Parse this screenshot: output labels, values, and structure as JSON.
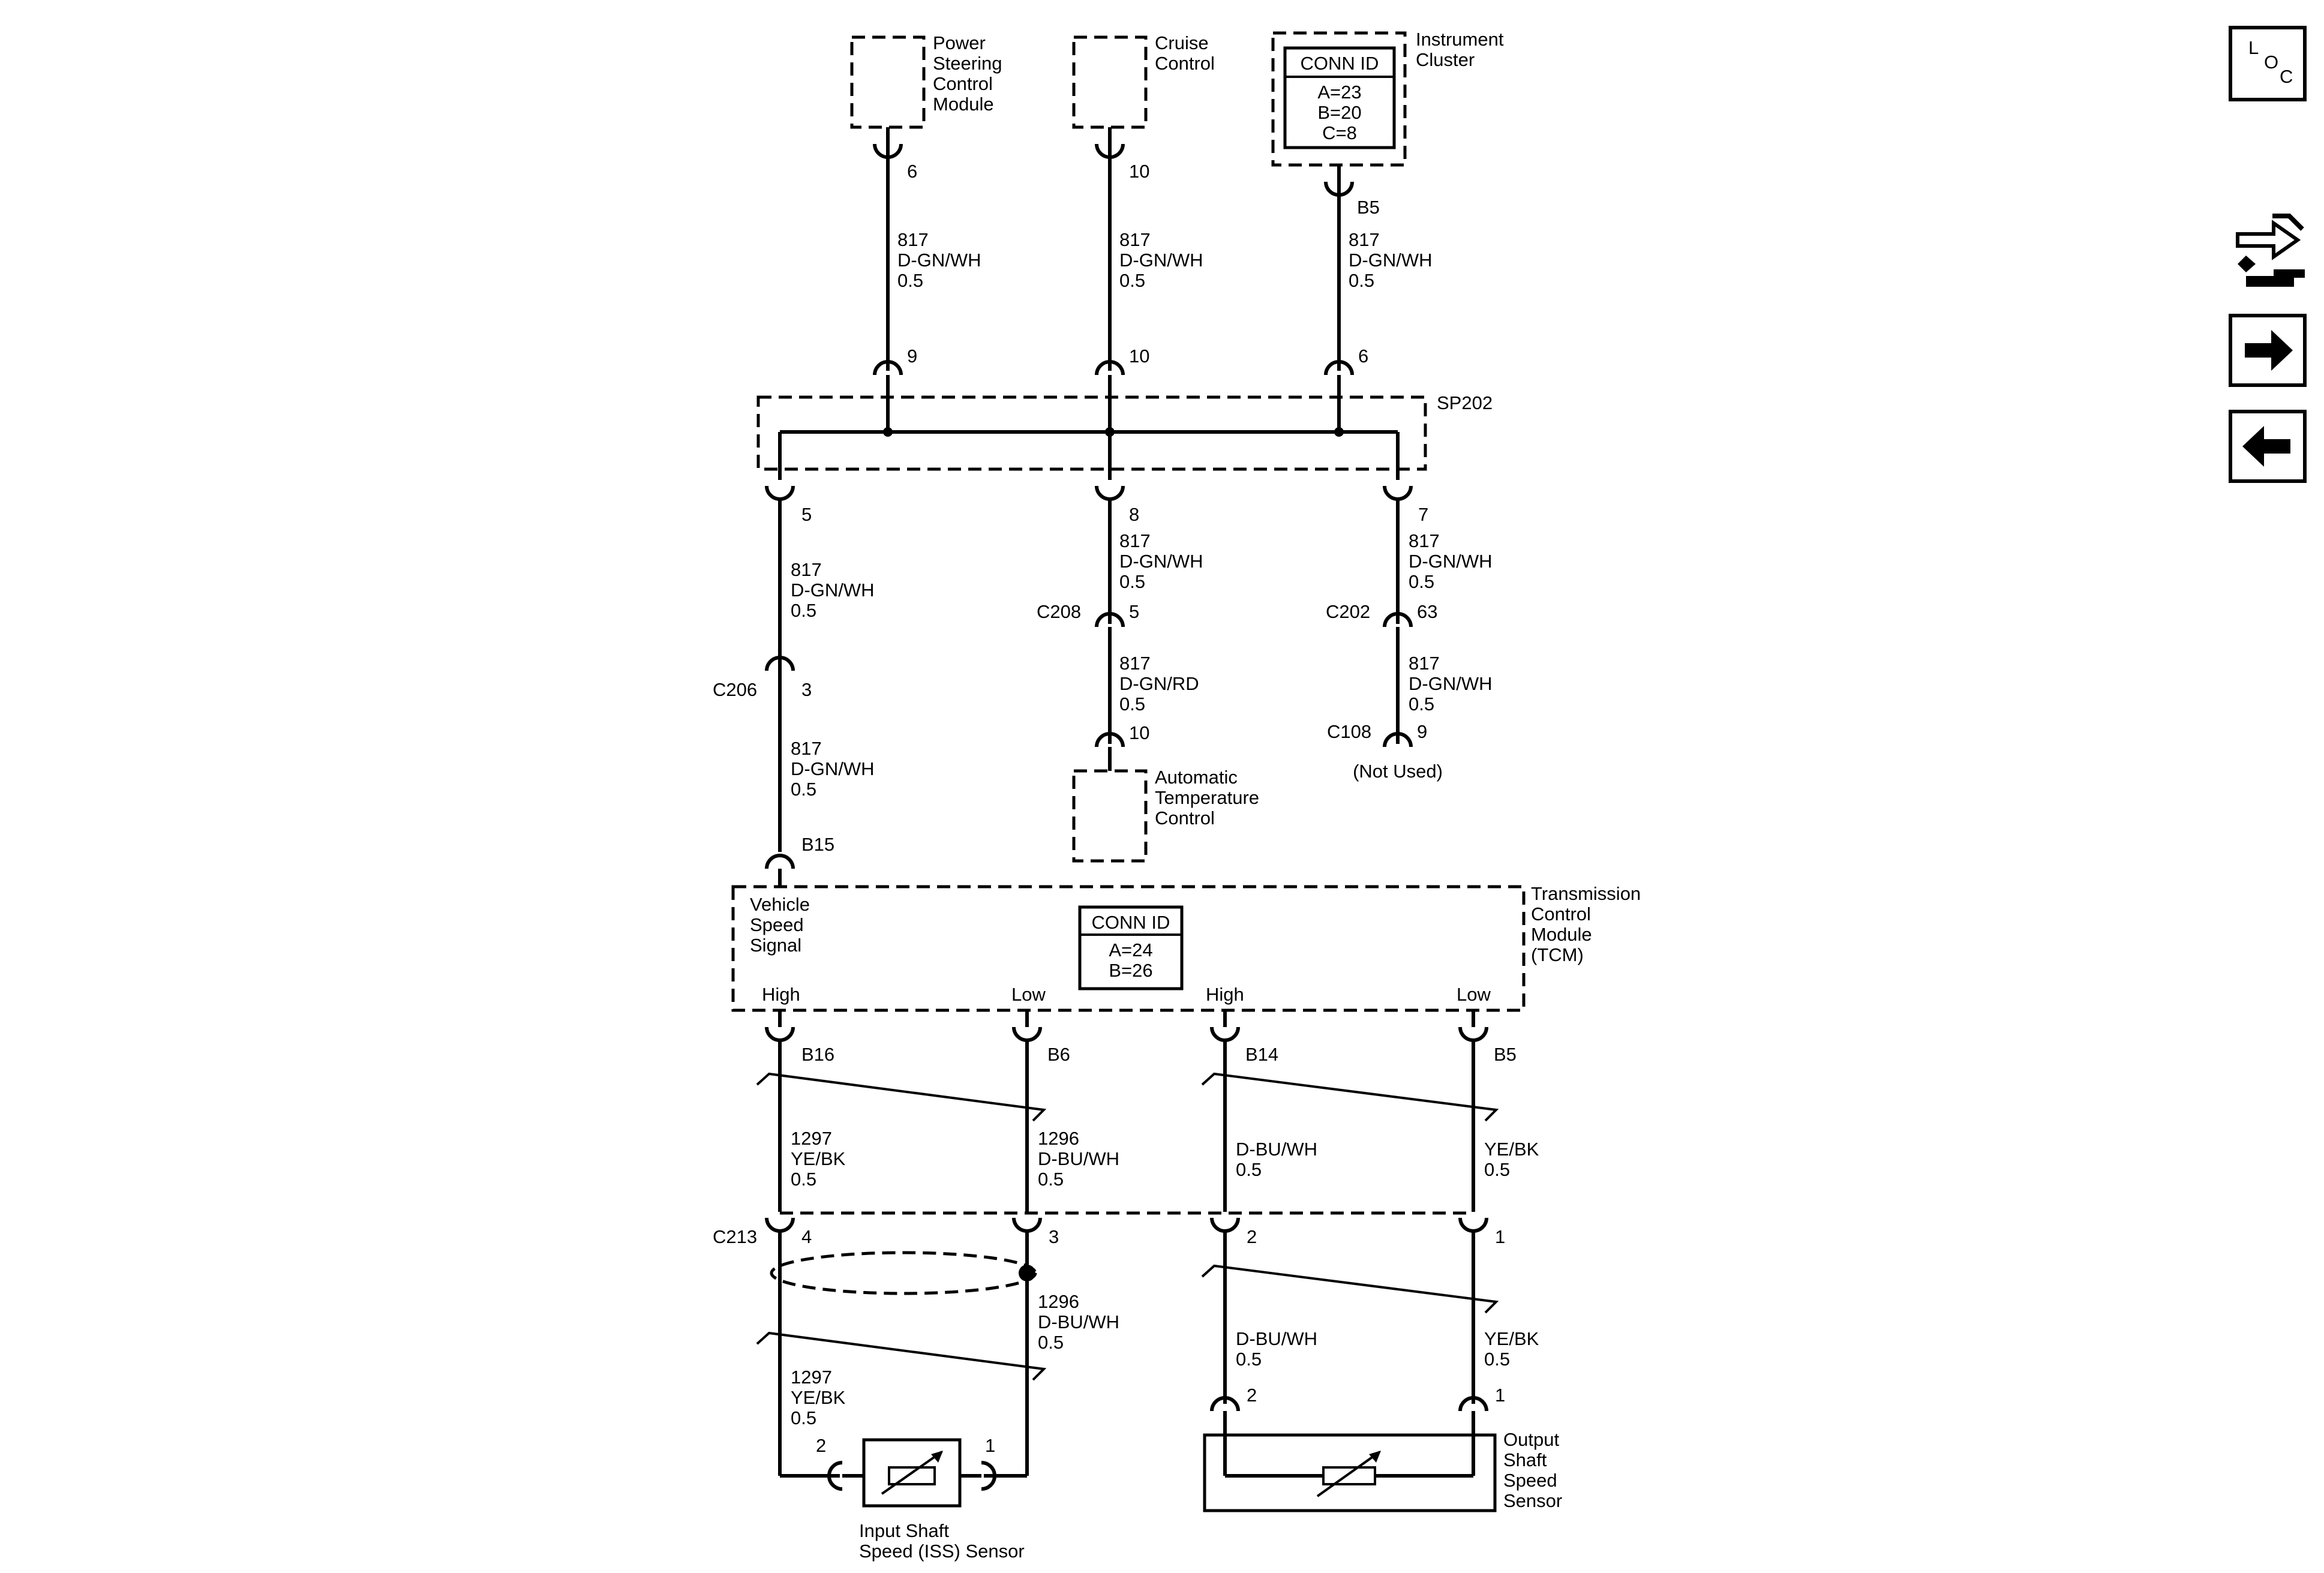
{
  "components": {
    "pscm": [
      "Power",
      "Steering",
      "Control",
      "Module"
    ],
    "cruise": [
      "Cruise",
      "Control"
    ],
    "ipc": [
      "Instrument",
      "Cluster"
    ],
    "ipc_conn": {
      "title": "CONN ID",
      "lines": [
        "A=23",
        "B=20",
        "C=8"
      ]
    },
    "splice": "SP202",
    "atc": [
      "Automatic",
      "Temperature",
      "Control"
    ],
    "not_used": "(Not Used)",
    "tcm": [
      "Transmission",
      "Control",
      "Module",
      "(TCM)"
    ],
    "tcm_signal": [
      "Vehicle",
      "Speed",
      "Signal"
    ],
    "tcm_conn": {
      "title": "CONN ID",
      "lines": [
        "A=24",
        "B=26"
      ]
    },
    "iss": [
      "Input Shaft",
      "Speed (ISS) Sensor"
    ],
    "oss": [
      "Output",
      "Shaft",
      "Speed",
      "Sensor"
    ]
  },
  "labels": {
    "high": "High",
    "low": "Low",
    "c206": "C206",
    "c208": "C208",
    "c202": "C202",
    "c108": "C108",
    "c213": "C213"
  },
  "pins": {
    "pscm": "6",
    "cruise": "10",
    "ipc": "B5",
    "sp_a": "9",
    "sp_b": "10",
    "sp_c": "6",
    "sp_d": "5",
    "sp_e": "8",
    "sp_f": "7",
    "c206": "3",
    "c208": "5",
    "c202": "63",
    "atc": "10",
    "c108": "9",
    "tcm_b15": "B15",
    "tcm_b16": "B16",
    "tcm_b6": "B6",
    "tcm_b14": "B14",
    "tcm_b5": "B5",
    "c213_4": "4",
    "c213_3": "3",
    "c213_2": "2",
    "c213_1": "1",
    "iss_2": "2",
    "iss_1": "1",
    "oss_2": "2",
    "oss_1": "1"
  },
  "wires": {
    "w1": [
      "817",
      "D-GN/WH",
      "0.5"
    ],
    "w2": [
      "817",
      "D-GN/WH",
      "0.5"
    ],
    "w3": [
      "817",
      "D-GN/WH",
      "0.5"
    ],
    "w4": [
      "817",
      "D-GN/WH",
      "0.5"
    ],
    "w5": [
      "817",
      "D-GN/WH",
      "0.5"
    ],
    "w6": [
      "817",
      "D-GN/WH",
      "0.5"
    ],
    "w7": [
      "817",
      "D-GN/WH",
      "0.5"
    ],
    "w8": [
      "817",
      "D-GN/RD",
      "0.5"
    ],
    "w9": [
      "817",
      "D-GN/WH",
      "0.5"
    ],
    "w10": [
      "1297",
      "YE/BK",
      "0.5"
    ],
    "w11": [
      "1296",
      "D-BU/WH",
      "0.5"
    ],
    "w12": [
      "D-BU/WH",
      "0.5"
    ],
    "w13": [
      "YE/BK",
      "0.5"
    ],
    "w14": [
      "1296",
      "D-BU/WH",
      "0.5"
    ],
    "w15": [
      "1297",
      "YE/BK",
      "0.5"
    ],
    "w16": [
      "D-BU/WH",
      "0.5"
    ],
    "w17": [
      "YE/BK",
      "0.5"
    ]
  },
  "nav": {
    "loc": [
      "L",
      "O",
      "C"
    ]
  },
  "icons": [
    "location-icon",
    "wiring-repair-icon",
    "forward-arrow-icon",
    "back-arrow-icon"
  ]
}
